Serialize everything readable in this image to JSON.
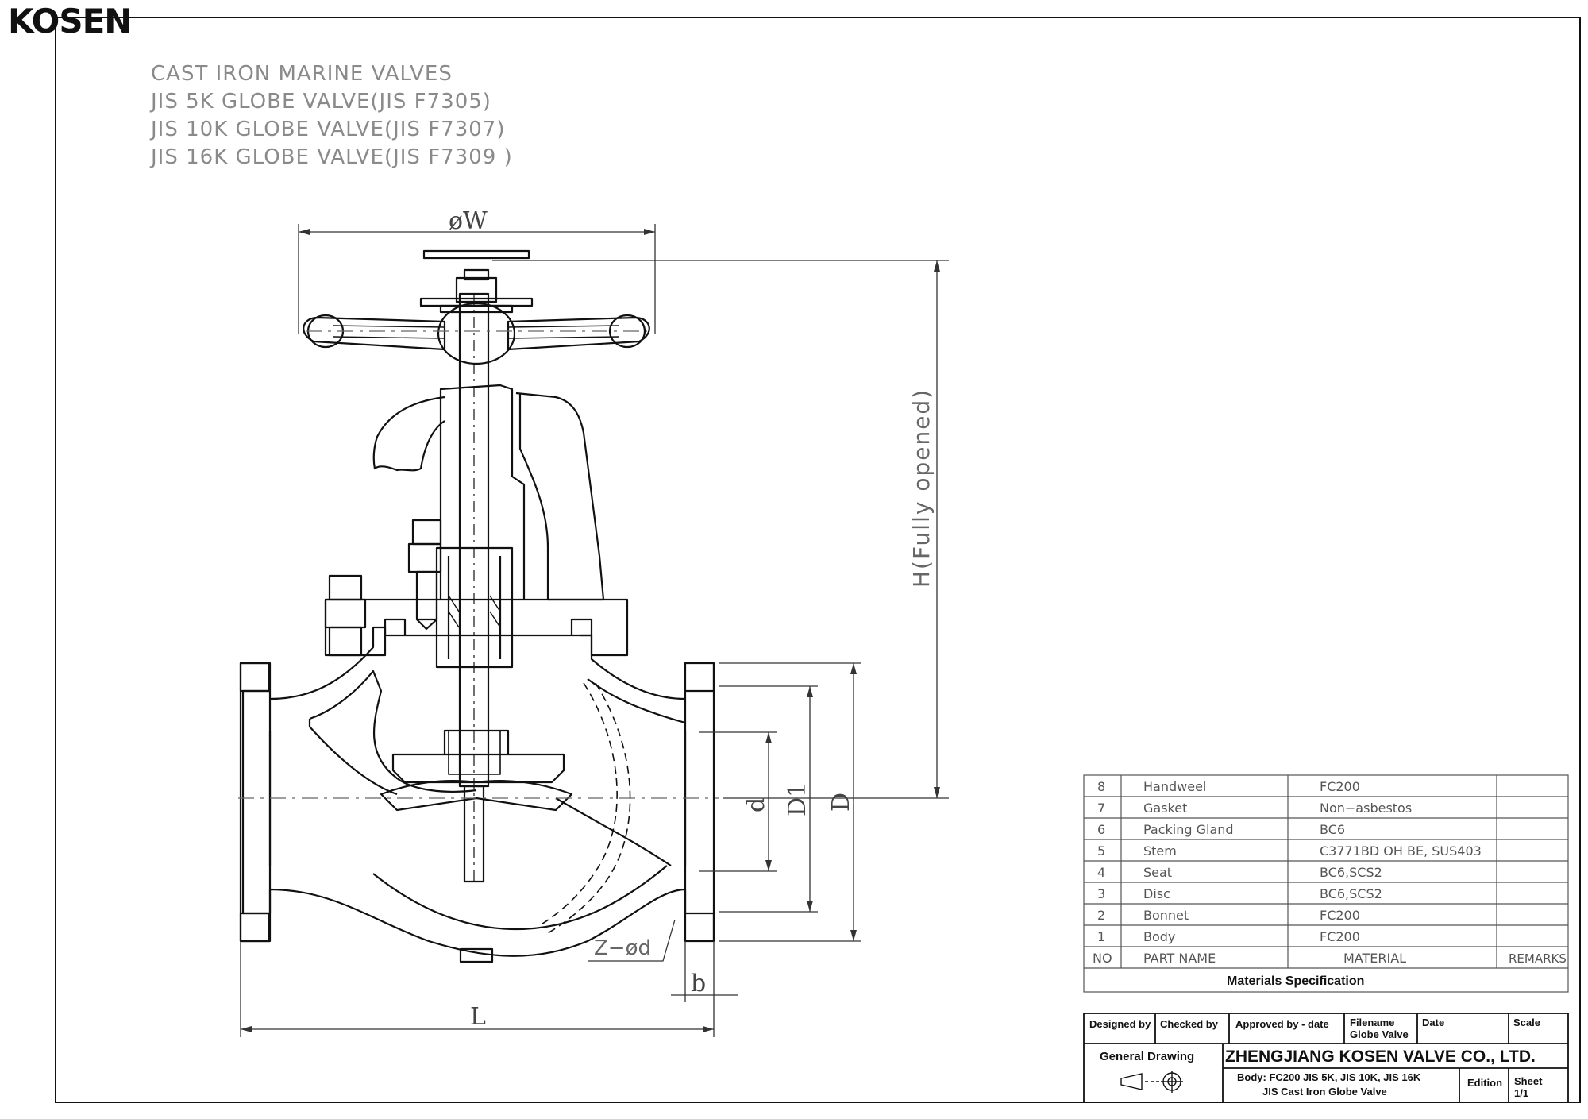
{
  "logo": "KOSEN",
  "title_lines": [
    "CAST IRON MARINE VALVES",
    "JIS 5K GLOBE VALVE(JIS F7305)",
    "JIS 10K GLOBE VALVE(JIS F7307)",
    "JIS 16K GLOBE VALVE(JIS F7309 )"
  ],
  "dimensions": {
    "handwheel_dia": "øW",
    "height": "H(Fully opened)",
    "d": "d",
    "D1": "D1",
    "D": "D",
    "bolt_holes": "Z−ød",
    "b": "b",
    "L": "L"
  },
  "parts_table": {
    "headers": {
      "no": "NO",
      "name": "PART  NAME",
      "material": "MATERIAL",
      "remarks": "REMARKS"
    },
    "rows": [
      {
        "no": "8",
        "name": "Handweel",
        "material": "FC200"
      },
      {
        "no": "7",
        "name": "Gasket",
        "material": "Non−asbestos"
      },
      {
        "no": "6",
        "name": "Packing Gland",
        "material": "BC6"
      },
      {
        "no": "5",
        "name": "Stem",
        "material": "C3771BD OH BE, SUS403"
      },
      {
        "no": "4",
        "name": "Seat",
        "material": "BC6,SCS2"
      },
      {
        "no": "3",
        "name": "Disc",
        "material": "BC6,SCS2"
      },
      {
        "no": "2",
        "name": "Bonnet",
        "material": "FC200"
      },
      {
        "no": "1",
        "name": "Body",
        "material": "FC200"
      }
    ],
    "caption": "Materials Specification"
  },
  "title_block": {
    "designed_by": "Designed by",
    "checked_by": "Checked by",
    "approved_by": "Approved by - date",
    "filename_label": "Filename",
    "filename_value": "Globe Valve",
    "date": "Date",
    "scale": "Scale",
    "drawing_type": "General Drawing",
    "company": "ZHENGJIANG KOSEN VALVE CO., LTD.",
    "body_line": "Body: FC200  JIS 5K, JIS 10K, JIS 16K",
    "product_line": "JIS Cast Iron Globe Valve",
    "edition": "Edition",
    "sheet_label": "Sheet",
    "sheet_value": "1/1"
  }
}
